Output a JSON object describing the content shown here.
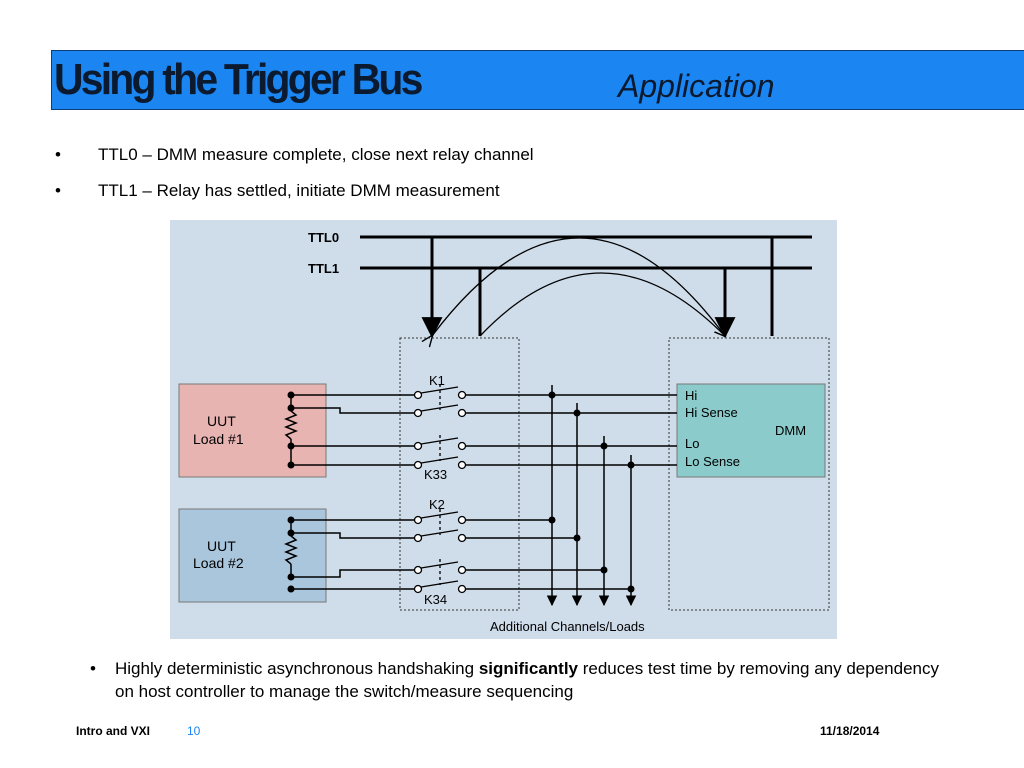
{
  "slide": {
    "title": "Using the Trigger Bus",
    "subtitle": "Application"
  },
  "bullets": [
    {
      "marker": "•",
      "text": "TTL0 – DMM measure complete, close next relay channel"
    },
    {
      "marker": "•",
      "text": "TTL1 – Relay has settled, initiate DMM measurement"
    }
  ],
  "bottom_bullet": {
    "marker": "•",
    "prefix": "Highly deterministic asynchronous handshaking ",
    "emphasis": "significantly",
    "suffix": " reduces test time by removing any dependency on host controller to manage the switch/measure sequencing"
  },
  "diagram": {
    "ttl0_label": "TTL0",
    "ttl1_label": "TTL1",
    "uut1_line1": "UUT",
    "uut1_line2": "Load #1",
    "uut2_line1": "UUT",
    "uut2_line2": "Load #2",
    "k1": "K1",
    "k33": "K33",
    "k2": "K2",
    "k34": "K34",
    "dmm": "DMM",
    "dmm_hi": "Hi",
    "dmm_hi_sense": "Hi Sense",
    "dmm_lo": "Lo",
    "dmm_lo_sense": "Lo Sense",
    "additional": "Additional Channels/Loads",
    "colors": {
      "background": "#cfdcea",
      "uut1": "#e8b4b2",
      "uut2": "#a9c6dc",
      "dmm": "#8ccbcc"
    }
  },
  "footer": {
    "left": "Intro and VXI",
    "page": "10",
    "date": "11/18/2014"
  }
}
